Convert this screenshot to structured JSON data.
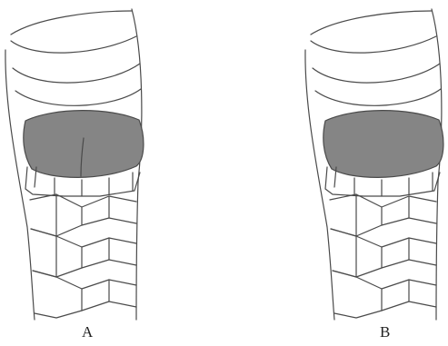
{
  "figure": {
    "panels": [
      {
        "label": "A",
        "plate_split": "divided"
      },
      {
        "label": "B",
        "plate_split": "undivided"
      }
    ],
    "colors": {
      "outline": "#4a4a4a",
      "highlighted_plate": "#858585",
      "background": "#ffffff"
    }
  }
}
